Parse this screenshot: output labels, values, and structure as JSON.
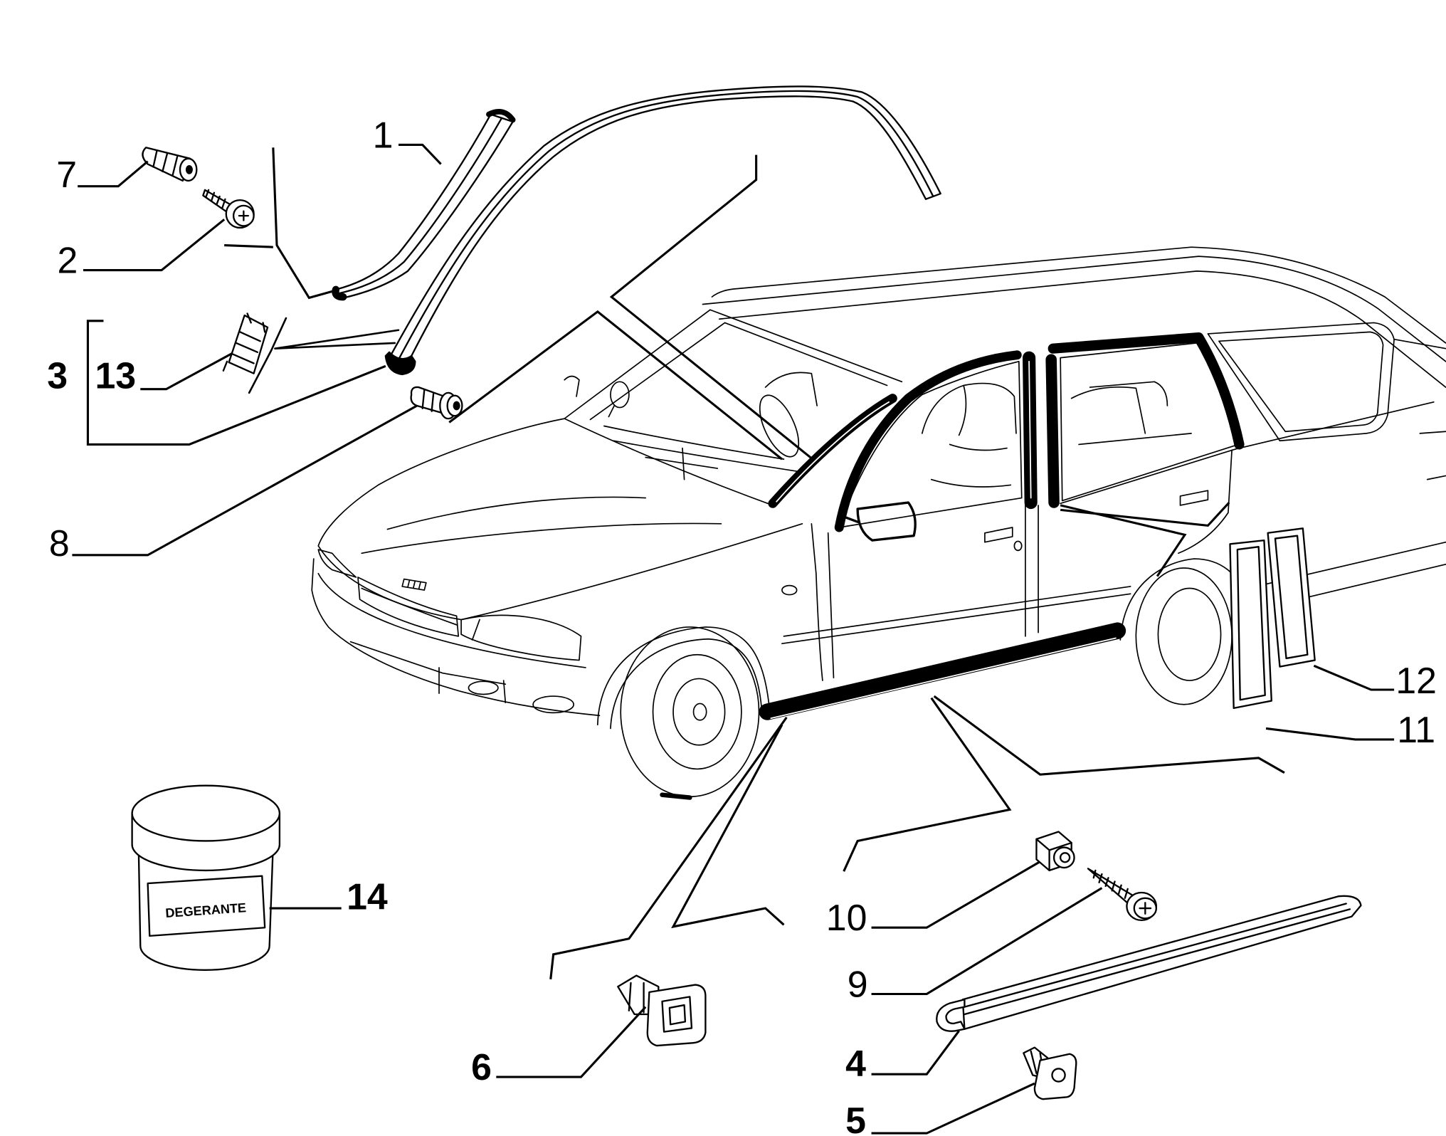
{
  "diagram": {
    "callouts": {
      "c1": "1",
      "c2": "2",
      "c3": "3",
      "c4": "4",
      "c5": "5",
      "c6": "6",
      "c7": "7",
      "c8": "8",
      "c9": "9",
      "c10": "10",
      "c11": "11",
      "c12": "12",
      "c13": "13",
      "c14": "14"
    },
    "jar_label": "DEGERANTE"
  },
  "colors": {
    "ink": "#000000",
    "paper": "#ffffff"
  }
}
